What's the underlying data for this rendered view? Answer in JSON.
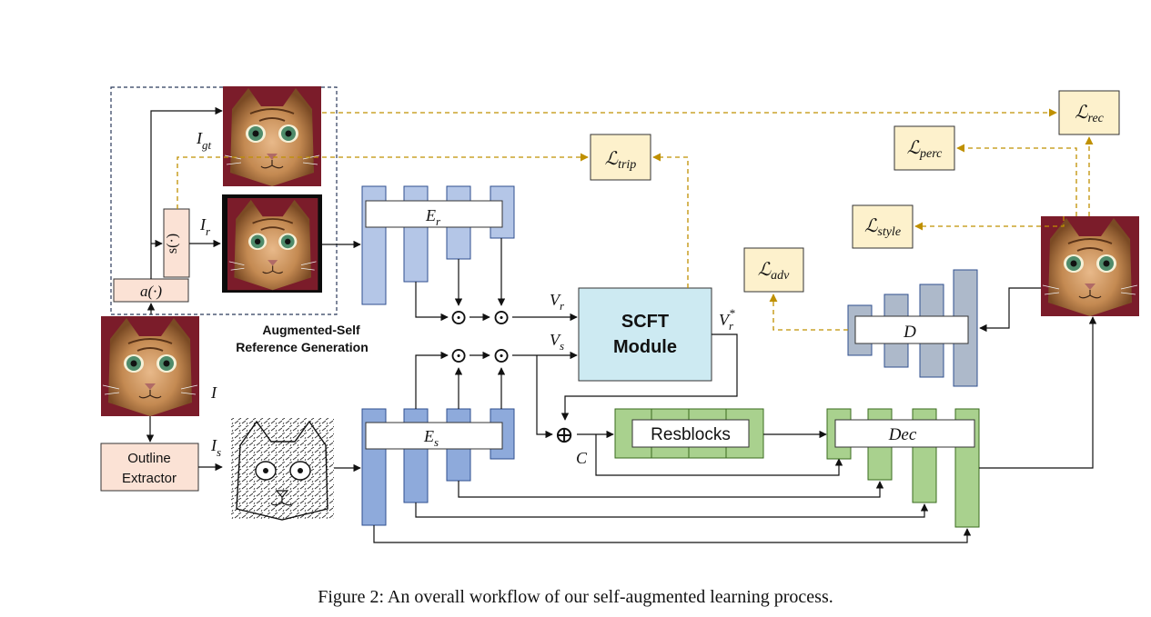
{
  "title_block": {
    "augmented_self_line1": "Augmented-Self",
    "augmented_self_line2": "Reference Generation"
  },
  "nodes": {
    "a_fn": "a(·)",
    "s_fn": "s(·)",
    "outline_line1": "Outline",
    "outline_line2": "Extractor",
    "encoder_r": "E",
    "encoder_r_sub": "r",
    "encoder_s": "E",
    "encoder_s_sub": "s",
    "scft_line1": "SCFT",
    "scft_line2": "Module",
    "resblocks": "Resblocks",
    "decoder": "Dec",
    "discriminator": "D"
  },
  "symbols": {
    "I": "I",
    "I_gt": "I",
    "I_gt_sub": "gt",
    "I_r": "I",
    "I_r_sub": "r",
    "I_s": "I",
    "I_s_sub": "s",
    "V_r": "V",
    "V_r_sub": "r",
    "V_s": "V",
    "V_s_sub": "s",
    "V_r_star": "V",
    "V_r_star_sub": "r",
    "V_r_star_sup": "*",
    "C": "C",
    "odot": "⊙",
    "oplus": "⊕"
  },
  "losses": {
    "trip": "trip",
    "rec": "rec",
    "perc": "perc",
    "style": "style",
    "adv": "adv",
    "L": "ℒ"
  },
  "caption": "Figure 2: An overall workflow of our self-augmented learning process.",
  "colors": {
    "encoder_r_fill": "#b4c6e7",
    "encoder_s_fill": "#8eaadb",
    "encoder_stroke": "#2f4f8f",
    "scft_fill": "#cdeaf2",
    "green_fill": "#a9d18e",
    "green_stroke": "#3a6b1f",
    "disc_fill": "#adb9ca",
    "loss_fill": "#fdf1cc",
    "peach_fill": "#fbe2d5",
    "dashed": "#bf9000",
    "cat_bg_red": "#8a1c2a"
  }
}
